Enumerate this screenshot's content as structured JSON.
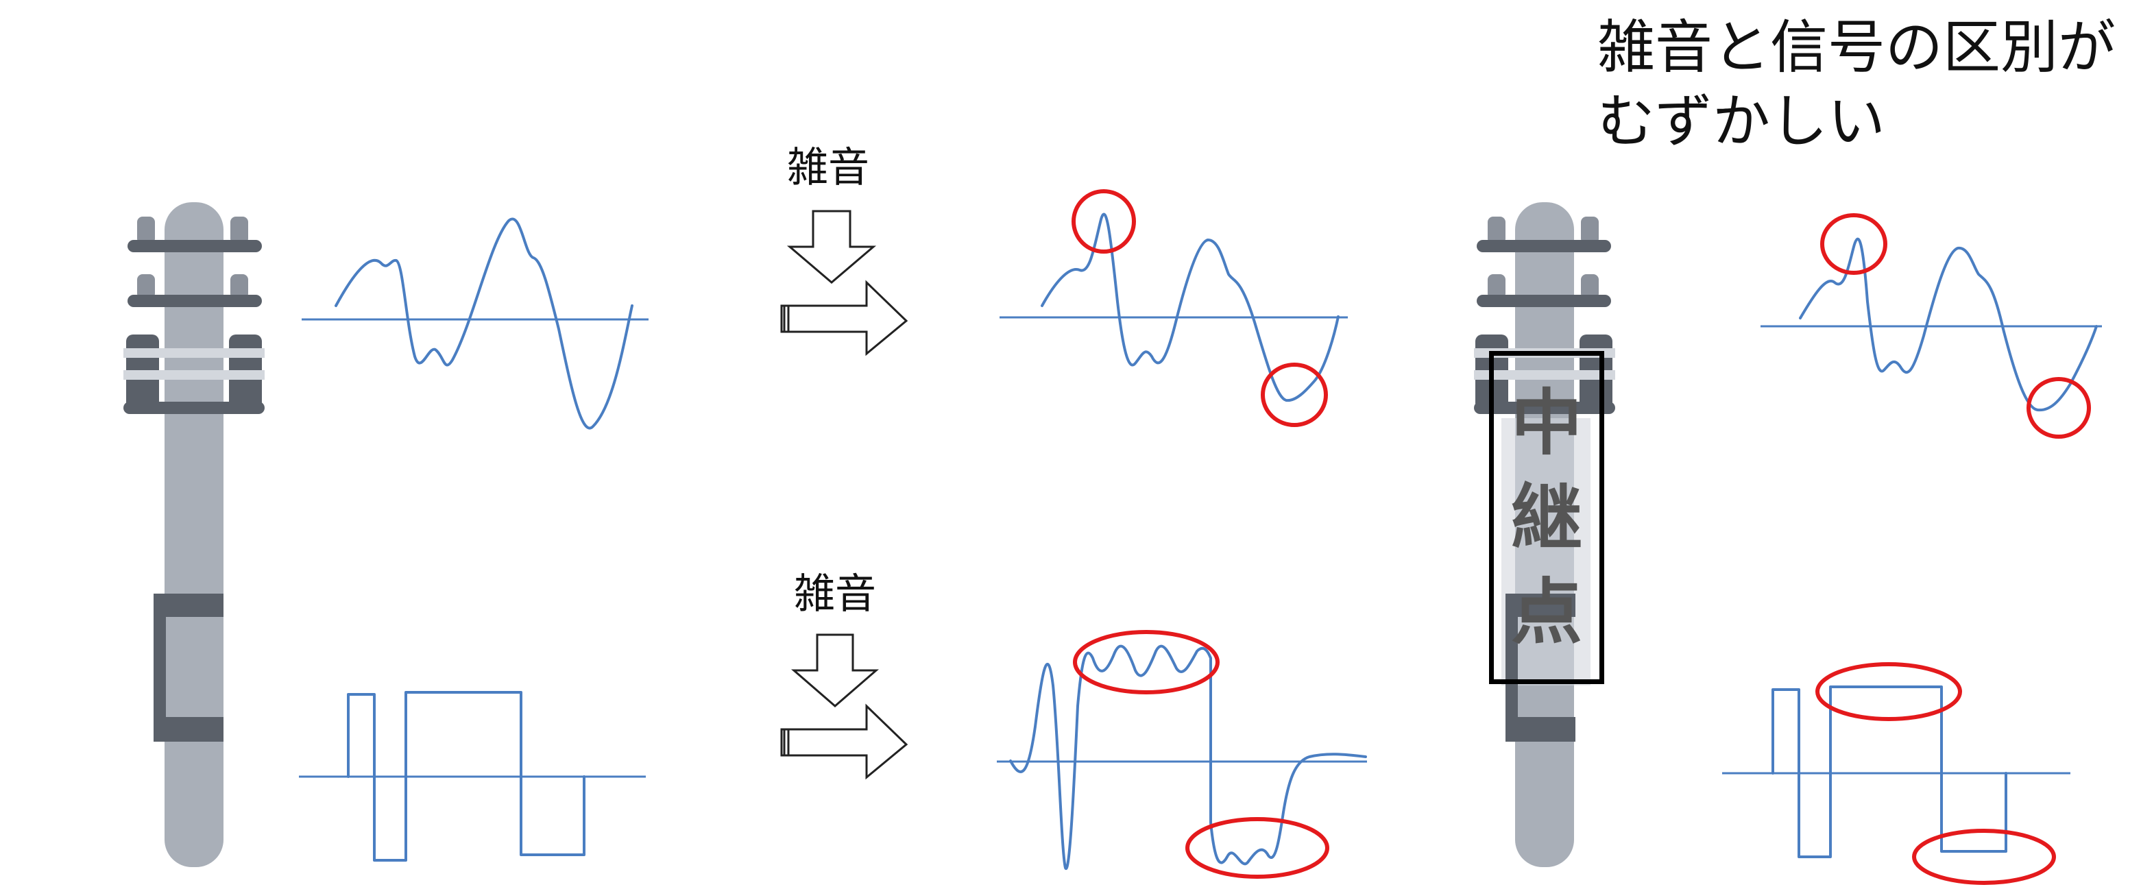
{
  "labels": {
    "noise_top": "雑音",
    "noise_bottom": "雑音",
    "caption_line1": "雑音と信号の区別が",
    "caption_line2": "むずかしい",
    "relay": [
      "中",
      "継",
      "点"
    ]
  },
  "colors": {
    "signal": "#4a7ec2",
    "highlight": "#e41a1c",
    "pole": "#a9afb8"
  },
  "icons": [
    "utility-pole-icon",
    "down-arrow-icon",
    "right-arrow-icon",
    "utility-pole-icon"
  ]
}
